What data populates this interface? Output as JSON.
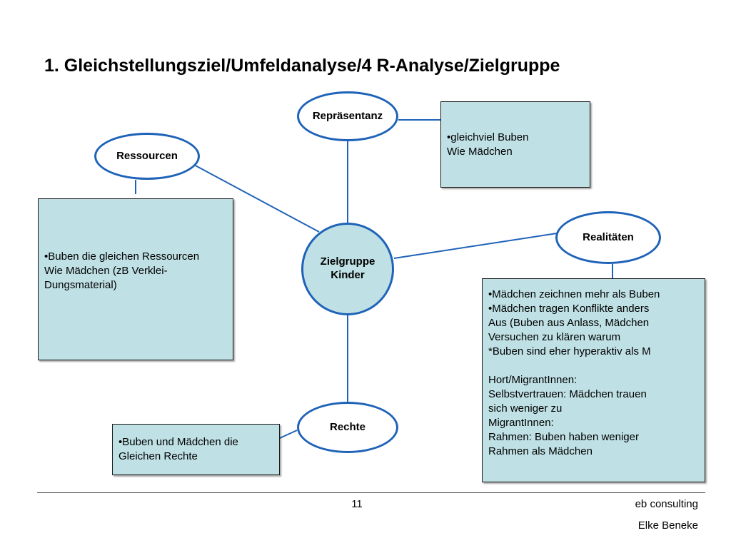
{
  "title": "1. Gleichstellungsziel/Umfeldanalyse/4 R-Analyse/Zielgruppe",
  "center_node": {
    "lines": [
      "Zielgruppe",
      "Kinder"
    ]
  },
  "nodes": {
    "representation": "Repräsentanz",
    "resources": "Ressourcen",
    "realities": "Realitäten",
    "rights": "Rechte"
  },
  "boxes": {
    "representation": {
      "lines": [
        "•gleichviel Buben",
        "Wie Mädchen"
      ]
    },
    "resources": {
      "lines": [
        "•Buben die gleichen Ressourcen",
        "Wie Mädchen (zB  Verklei-",
        "Dungsmaterial)"
      ]
    },
    "realities": {
      "lines": [
        "•Mädchen zeichnen mehr als Buben",
        "•Mädchen tragen Konflikte anders",
        "Aus (Buben aus Anlass, Mädchen",
        "Versuchen zu klären warum",
        "*Buben sind eher hyperaktiv als M",
        "",
        "Hort/MigrantInnen:",
        "Selbstvertrauen: Mädchen trauen",
        "sich weniger zu",
        "MigrantInnen:",
        "Rahmen: Buben haben weniger",
        "Rahmen als Mädchen"
      ]
    },
    "rights": {
      "lines": [
        "•Buben und Mädchen die",
        "Gleichen Rechte"
      ]
    }
  },
  "footer": {
    "page_number": "11",
    "company": "eb consulting",
    "author": "Elke Beneke"
  },
  "colors": {
    "node_border": "#1f63b8",
    "connector": "#1f63b8",
    "box_fill": "#bfe0e4",
    "center_fill": "#bfe0e4"
  }
}
